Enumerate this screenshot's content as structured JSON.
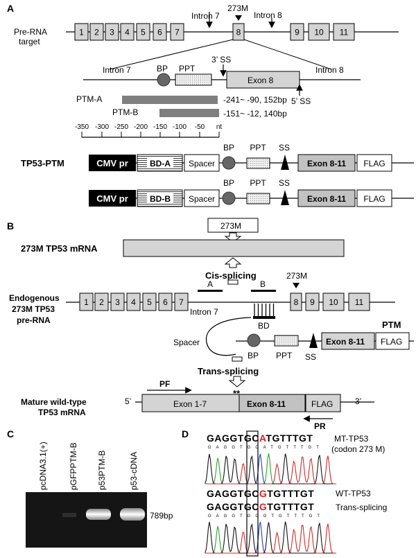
{
  "panels": {
    "a": "A",
    "b": "B",
    "c": "C",
    "d": "D"
  },
  "panel_a": {
    "pre_rna_label_1": "Pre-RNA",
    "pre_rna_label_2": "target",
    "exons_top": [
      "1",
      "2",
      "3",
      "4",
      "5",
      "6",
      "7",
      "8",
      "9",
      "10",
      "11"
    ],
    "intron7": "Intron 7",
    "intron8": "Intron 8",
    "mutation": "273M",
    "zoom_intron7": "Intron 7",
    "zoom_intron8": "Intron 8",
    "bp": "BP",
    "ppt": "PPT",
    "ss3": "3’ SS",
    "ss5": "5’ SS",
    "exon8": "Exon 8",
    "ptm_a": "PTM-A",
    "ptm_a_range": "-241~ -90, 152bp",
    "ptm_b": "PTM-B",
    "ptm_b_range": "-151~ -12, 140bp",
    "scale_ticks": [
      "-350",
      "-300",
      "-250",
      "-200",
      "-150",
      "-100",
      "-50",
      "nt"
    ],
    "tp53_ptm": "TP53-PTM",
    "cmv": "CMV pr",
    "bd_a": "BD-A",
    "bd_b": "BD-B",
    "spacer": "Spacer",
    "ss": "SS",
    "exon_8_11": "Exon 8-11",
    "flag": "FLAG"
  },
  "panel_b": {
    "box_273m": "273M",
    "mrna_273m": "273M TP53 mRNA",
    "cis": "Cis-splicing",
    "endo_1": "Endogenous",
    "endo_2": "273M TP53",
    "endo_3": "pre-RNA",
    "site_a": "A",
    "site_b": "B",
    "mutation": "273M",
    "exons": [
      "1",
      "2",
      "3",
      "4",
      "5",
      "6",
      "7",
      "8",
      "9",
      "10",
      "11"
    ],
    "intron7": "Intron 7",
    "bd": "BD",
    "spacer": "Spacer",
    "ptm": "PTM",
    "bp": "BP",
    "ppt": "PPT",
    "ss": "SS",
    "exon_8_11": "Exon 8-11",
    "flag": "FLAG",
    "trans": "Trans-splicing",
    "pf": "PF",
    "pr": "PR",
    "stars": "**",
    "mature_1": "Mature wild-type",
    "mature_2": "TP53 mRNA",
    "five_prime": "5’",
    "three_prime": "3’",
    "exon_1_7": "Exon 1-7",
    "exon_8_11_b": "Exon 8-11",
    "flag_b": "FLAG"
  },
  "panel_c": {
    "lanes": [
      "pcDNA3.1(+)",
      "pGFPPTM-B",
      "p53PTM-B",
      "p53-cDNA"
    ],
    "band_size": "789bp"
  },
  "panel_d": {
    "seq_mt_pre": "GAGGTGC",
    "seq_mt_base": "A",
    "seq_mt_post": "TGTTTGT",
    "mt_label_1": "MT-TP53",
    "mt_label_2": "(codon 273 M)",
    "seq_wt_pre": "GAGGTGC",
    "seq_wt_base": "G",
    "seq_wt_post": "TGTTTGT",
    "wt_label_1": "WT-TP53",
    "wt_label_2": "Trans-splicing"
  },
  "colors": {
    "exon_fill": "#d4d4d4",
    "bar_gray": "#7f7f7f",
    "highlight_red": "#e31a1c",
    "gel_bg": "#151515",
    "cmv_fill": "#000000"
  }
}
